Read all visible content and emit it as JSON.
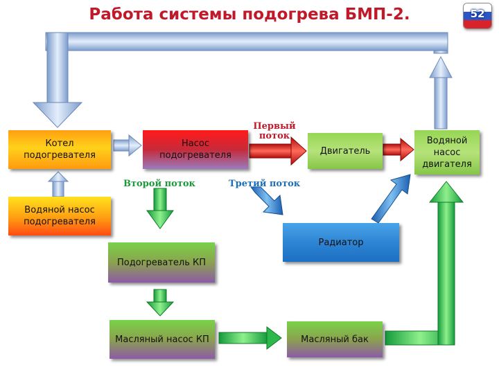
{
  "title": "Работа системы подогрева БМП-2.",
  "slide_number": "52",
  "boxes": {
    "kotel": "Котел подогревателя",
    "water_pump_heater": "Водяной насос подогревателя",
    "heater_pump": "Насос подогревателя",
    "engine": "Двигатель",
    "engine_water_pump": "Водяной насос двигателя",
    "radiator": "Радиатор",
    "gearbox_heater": "Подогреватель КП",
    "gearbox_oil_pump": "Масляный насос КП",
    "oil_tank": "Масляный бак"
  },
  "labels": {
    "first_flow": "Первый поток",
    "second_flow": "Второй поток",
    "third_flow": "Третий поток"
  },
  "colors": {
    "title": "#c0192a",
    "flow_label_red": "#c0192a",
    "flow_label_green": "#1a9a3a",
    "flow_label_blue": "#1f6fb8"
  }
}
